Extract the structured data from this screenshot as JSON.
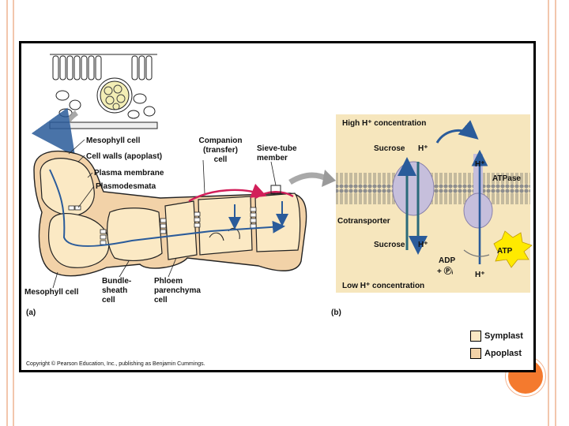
{
  "colors": {
    "symplast": "#fbe9c4",
    "apoplast": "#f2d2a8",
    "panel_b_bg": "#f6e6bd",
    "membrane_head": "#8e8e8e",
    "protein": "#c6bfdc",
    "arrow_blue": "#2a5b9a",
    "sieve_red": "#d21f5a",
    "accent_orange": "#f47a2e",
    "atp_yellow": "#ffea00"
  },
  "panel_a": {
    "caption": "(a)",
    "labels": {
      "mesophyll_cell_top": "Mesophyll cell",
      "cell_walls": "Cell walls (apoplast)",
      "plasma_membrane": "Plasma membrane",
      "plasmodesmata": "Plasmodesmata",
      "companion_cell": [
        "Companion",
        "(transfer)",
        "cell"
      ],
      "sieve_tube": [
        "Sieve-tube",
        "member"
      ],
      "mesophyll_cell_bottom": "Mesophyll cell",
      "bundle_sheath": [
        "Bundle-",
        "sheath",
        "cell"
      ],
      "phloem_parenchyma": [
        "Phloem",
        "parenchyma",
        "cell"
      ]
    }
  },
  "panel_b": {
    "caption": "(b)",
    "labels": {
      "high_h": "High H⁺ concentration",
      "sucrose_top": "Sucrose",
      "h_top": "H⁺",
      "h_atpase_top": "H⁺",
      "atpase": "ATPase",
      "cotransporter": "Cotransporter",
      "sucrose_bottom": "Sucrose",
      "h_bottom_left": "H⁺",
      "adp": "ADP",
      "pi": "+ Ⓟᵢ",
      "h_bottom_right": "H⁺",
      "atp": "ATP",
      "low_h": "Low H⁺ concentration"
    }
  },
  "legend": {
    "symplast": "Symplast",
    "apoplast": "Apoplast"
  },
  "copyright": "Copyright © Pearson Education, Inc., publishing as Benjamin Cummings."
}
